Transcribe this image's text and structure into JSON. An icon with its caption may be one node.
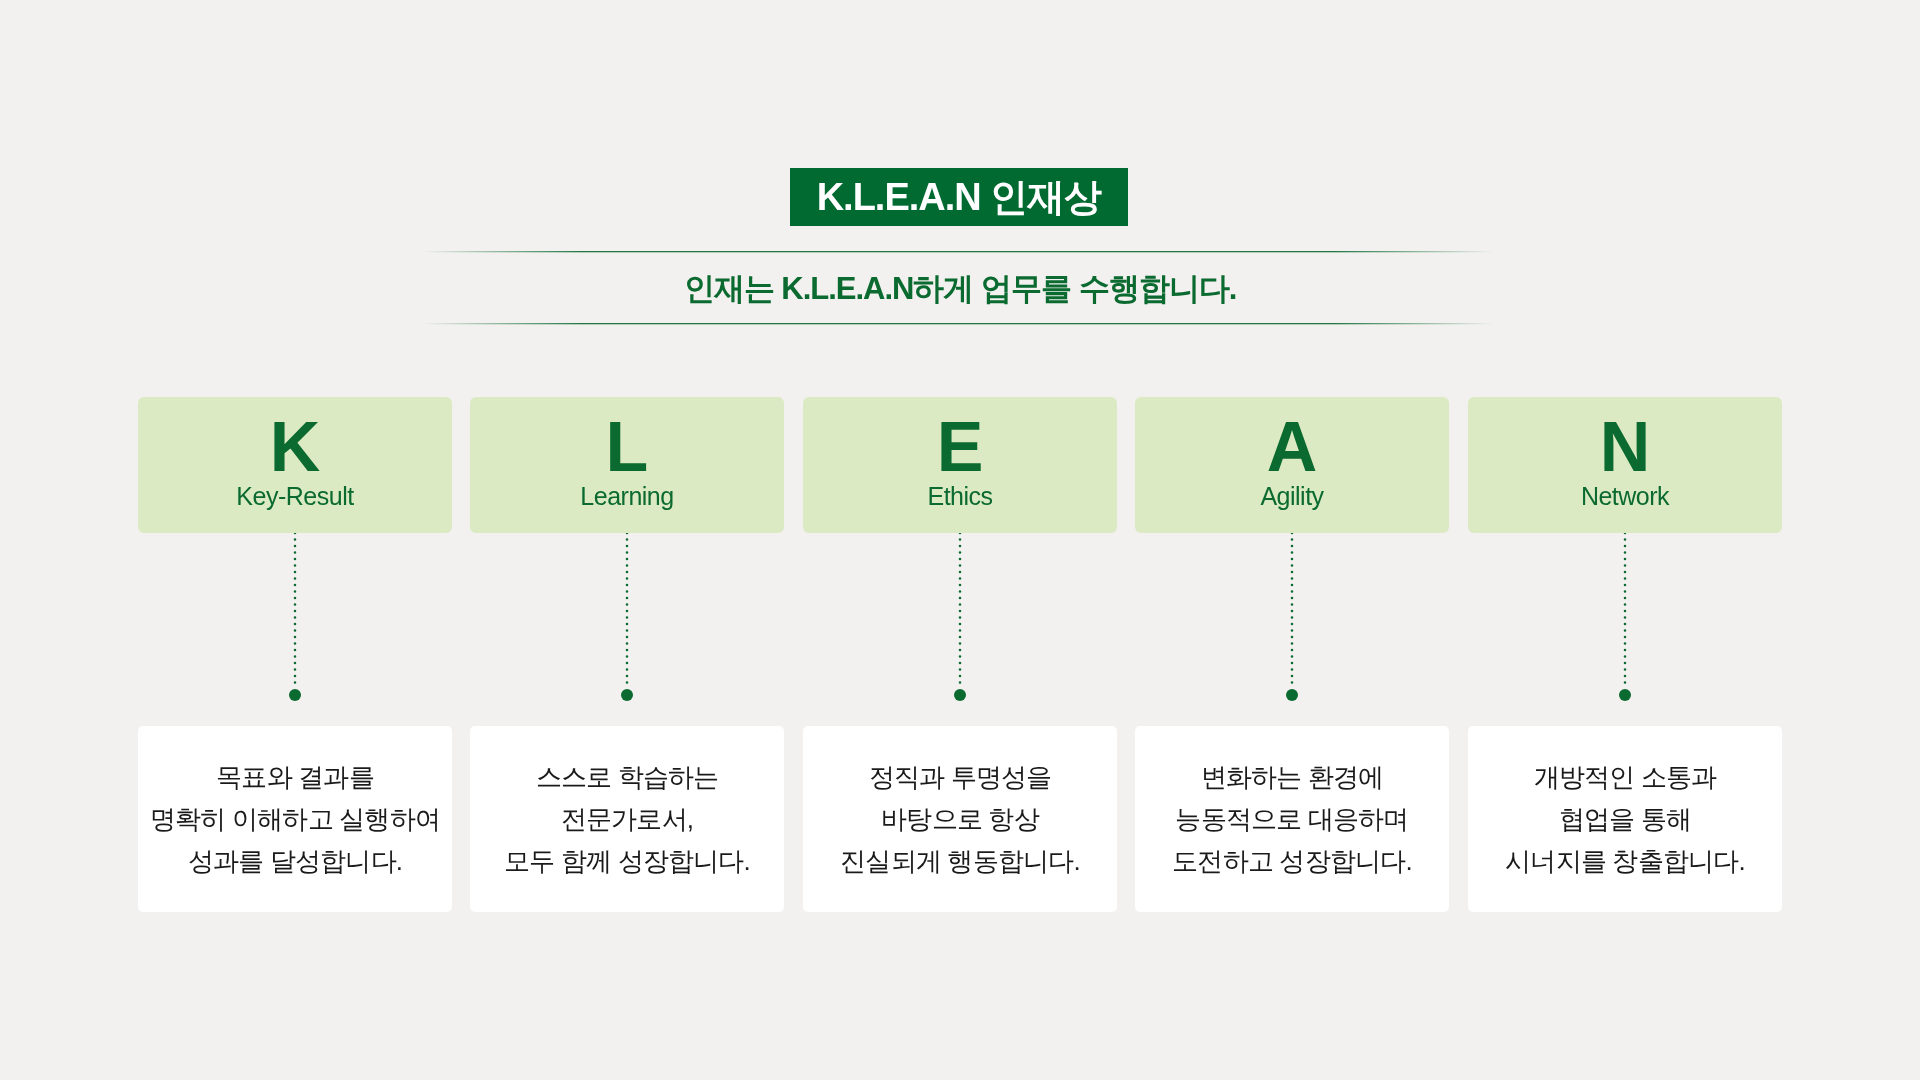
{
  "diagram": {
    "title": "K.L.E.A.N 인재상",
    "nodes": [
      {
        "text": [
          "K",
          "Key-Result"
        ]
      },
      {
        "text": [
          "L",
          "Learning"
        ]
      },
      {
        "text": [
          "E",
          "Ethics"
        ]
      },
      {
        "text": [
          "A",
          "Agility"
        ]
      },
      {
        "text": [
          "N",
          "Network"
        ]
      },
      {
        "text": [],
        "shape": "circle"
      },
      {
        "text": [],
        "shape": "circle"
      },
      {
        "text": [],
        "shape": "circle"
      },
      {
        "text": [],
        "shape": "circle"
      },
      {
        "text": [],
        "shape": "circle"
      },
      {
        "text": [
          "목표와 결과를 명확히 이해하고 실행하여 성과를 달성합니다."
        ]
      },
      {
        "text": [
          "스스로 학습하는 전문가로서, 모두 함께 성장합니다."
        ]
      },
      {
        "text": [
          "정직과 투명성을 바탕으로 항상 진실되게 행동합니다."
        ]
      },
      {
        "text": [
          "변화하는 환경에 능동적으로 대응하며 도전하고 성장합니다."
        ]
      },
      {
        "text": [
          "개방적인 소통과 협업을 통해 시너지를 창출합니다."
        ]
      }
    ],
    "edges": [
      {
        "from": 0,
        "to": 5,
        "arrow": "none",
        "style": "dashed"
      },
      {
        "from": 1,
        "to": 6,
        "arrow": "none",
        "style": "dashed"
      },
      {
        "from": 2,
        "to": 7,
        "arrow": "none",
        "style": "dashed"
      },
      {
        "from": 3,
        "to": 8,
        "arrow": "none",
        "style": "dashed"
      },
      {
        "from": 4,
        "to": 9,
        "arrow": "none",
        "style": "dashed"
      }
    ],
    "labels": [
      "인재는 K.L.E.A.N하게 업무를 수행합니다."
    ]
  }
}
